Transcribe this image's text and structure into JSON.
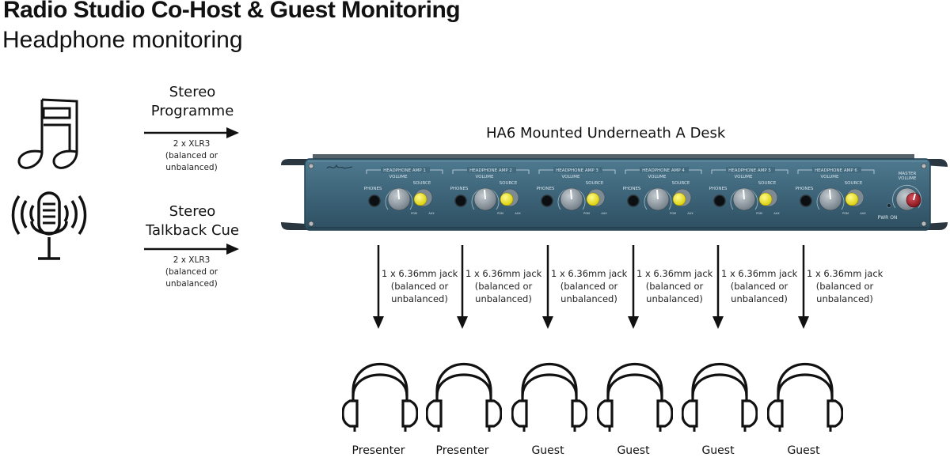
{
  "header": {
    "title": "Radio Studio Co-Host & Guest Monitoring",
    "subtitle": "Headphone monitoring"
  },
  "sources": [
    {
      "icon": "music-note-icon",
      "label_line1": "Stereo",
      "label_line2": "Programme",
      "spec_line1": "2 x XLR3",
      "spec_line2": "(balanced or",
      "spec_line3": "unbalanced)"
    },
    {
      "icon": "microphone-icon",
      "label_line1": "Stereo",
      "label_line2": "Talkback Cue",
      "spec_line1": "2 x XLR3",
      "spec_line2": "(balanced or",
      "spec_line3": "unbalanced)"
    }
  ],
  "device": {
    "title": "HA6 Mounted Underneath A Desk",
    "panel_color": "#3d6479",
    "channels": [
      {
        "name": "HEADPHONE AMP 1",
        "phones": "PHONES",
        "volume": "VOLUME",
        "source": "SOURCE"
      },
      {
        "name": "HEADPHONE AMP 2",
        "phones": "PHONES",
        "volume": "VOLUME",
        "source": "SOURCE"
      },
      {
        "name": "HEADPHONE AMP 3",
        "phones": "PHONES",
        "volume": "VOLUME",
        "source": "SOURCE"
      },
      {
        "name": "HEADPHONE AMP 4",
        "phones": "PHONES",
        "volume": "VOLUME",
        "source": "SOURCE"
      },
      {
        "name": "HEADPHONE AMP 5",
        "phones": "PHONES",
        "volume": "VOLUME",
        "source": "SOURCE"
      },
      {
        "name": "HEADPHONE AMP 6",
        "phones": "PHONES",
        "volume": "VOLUME",
        "source": "SOURCE"
      }
    ],
    "source_min": "PGM",
    "source_max": "AUX",
    "master_label_line1": "MASTER",
    "master_label_line2": "VOLUME",
    "power_label": "PWR ON",
    "source_knob_color": "#f2e81e",
    "master_knob_color": "#a01c24"
  },
  "outputs": [
    {
      "spec_line1": "1 x 6.36mm jack",
      "spec_line2": "(balanced or",
      "spec_line3": "unbalanced)",
      "listener": "Presenter"
    },
    {
      "spec_line1": "1 x 6.36mm jack",
      "spec_line2": "(balanced or",
      "spec_line3": "unbalanced)",
      "listener": "Presenter"
    },
    {
      "spec_line1": "1 x 6.36mm jack",
      "spec_line2": "(balanced or",
      "spec_line3": "unbalanced)",
      "listener": "Guest"
    },
    {
      "spec_line1": "1 x 6.36mm jack",
      "spec_line2": "(balanced or",
      "spec_line3": "unbalanced)",
      "listener": "Guest"
    },
    {
      "spec_line1": "1 x 6.36mm jack",
      "spec_line2": "(balanced or",
      "spec_line3": "unbalanced)",
      "listener": "Guest"
    },
    {
      "spec_line1": "1 x 6.36mm jack",
      "spec_line2": "(balanced or",
      "spec_line3": "unbalanced)",
      "listener": "Guest"
    }
  ]
}
